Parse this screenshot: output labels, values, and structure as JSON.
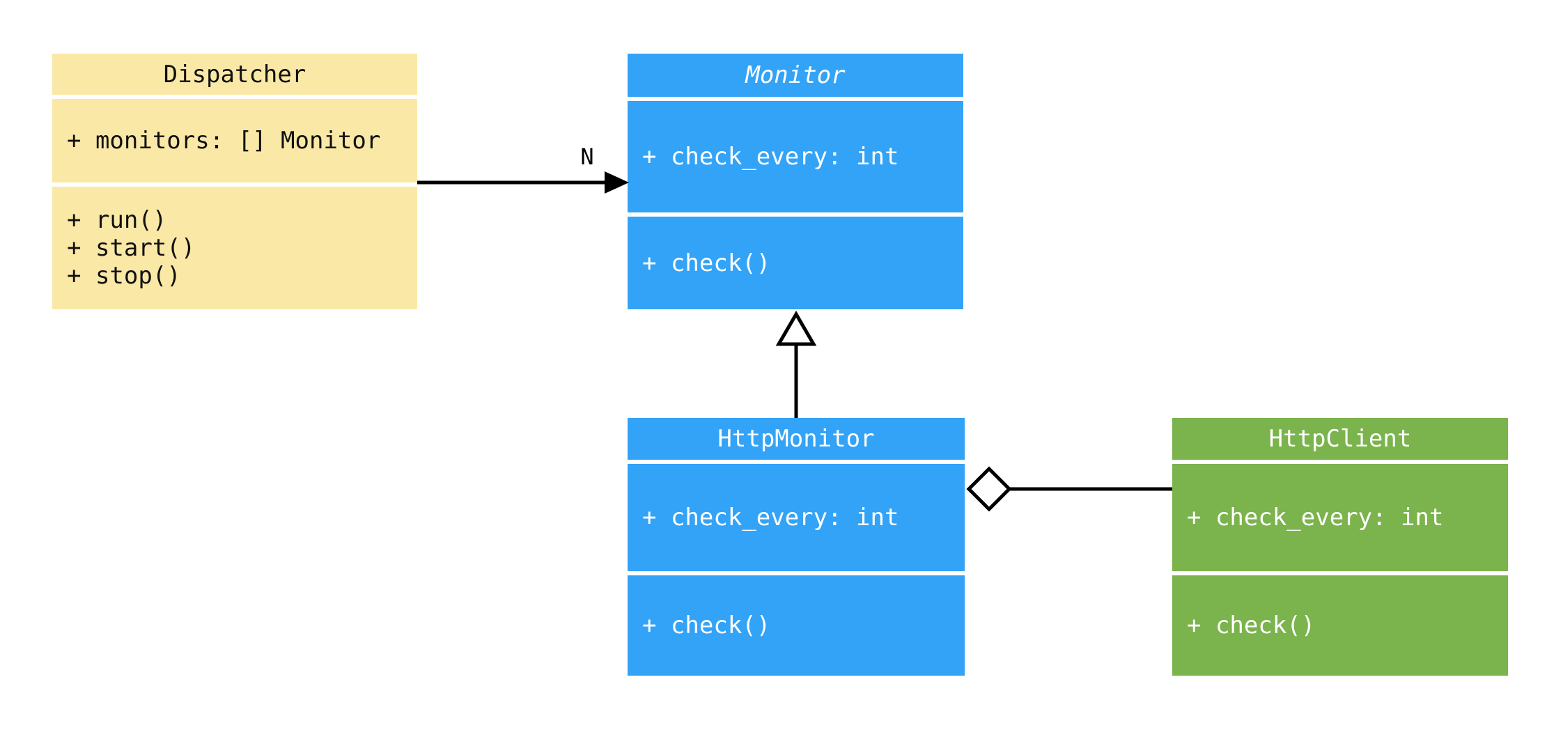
{
  "diagram": {
    "classes": [
      {
        "name": "Dispatcher",
        "abstract": false,
        "fill": "#FAE8A6",
        "text_color": "#111111",
        "attributes": [
          "+ monitors: [] Monitor"
        ],
        "methods": [
          "+ run()",
          "+ start()",
          "+ stop()"
        ]
      },
      {
        "name": "Monitor",
        "abstract": true,
        "fill": "#33A3F8",
        "text_color": "#FFFFFF",
        "attributes": [
          "+ check_every: int"
        ],
        "methods": [
          "+ check()"
        ]
      },
      {
        "name": "HttpMonitor",
        "abstract": false,
        "fill": "#33A3F8",
        "text_color": "#FFFFFF",
        "attributes": [
          "+ check_every: int"
        ],
        "methods": [
          "+ check()"
        ]
      },
      {
        "name": "HttpClient",
        "abstract": false,
        "fill": "#7BB34C",
        "text_color": "#FFFFFF",
        "attributes": [
          "+ check_every: int"
        ],
        "methods": [
          "+ check()"
        ]
      }
    ],
    "edges": [
      {
        "from": "Dispatcher",
        "to": "Monitor",
        "type": "association-arrow",
        "label": "N"
      },
      {
        "from": "HttpMonitor",
        "to": "Monitor",
        "type": "generalization",
        "label": ""
      },
      {
        "from": "HttpMonitor",
        "to": "HttpClient",
        "type": "aggregation",
        "label": ""
      }
    ],
    "edge_color": "#000000"
  }
}
